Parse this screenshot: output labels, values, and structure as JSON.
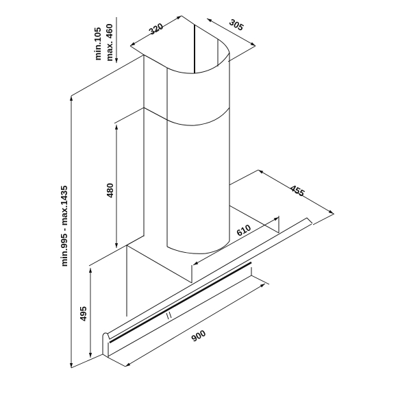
{
  "title": "Cooker hood dimension drawing",
  "dimensions": {
    "chimney_width": "320",
    "chimney_depth": "305",
    "upper_min": "min.105",
    "upper_max": "max. 460",
    "chimney_height": "480",
    "total_height": "min.995 - max.1435",
    "canopy_depth": "455",
    "canopy_width": "610",
    "glass_height": "495",
    "hood_width": "900"
  },
  "colors": {
    "line": "#111111",
    "background": "#ffffff"
  }
}
